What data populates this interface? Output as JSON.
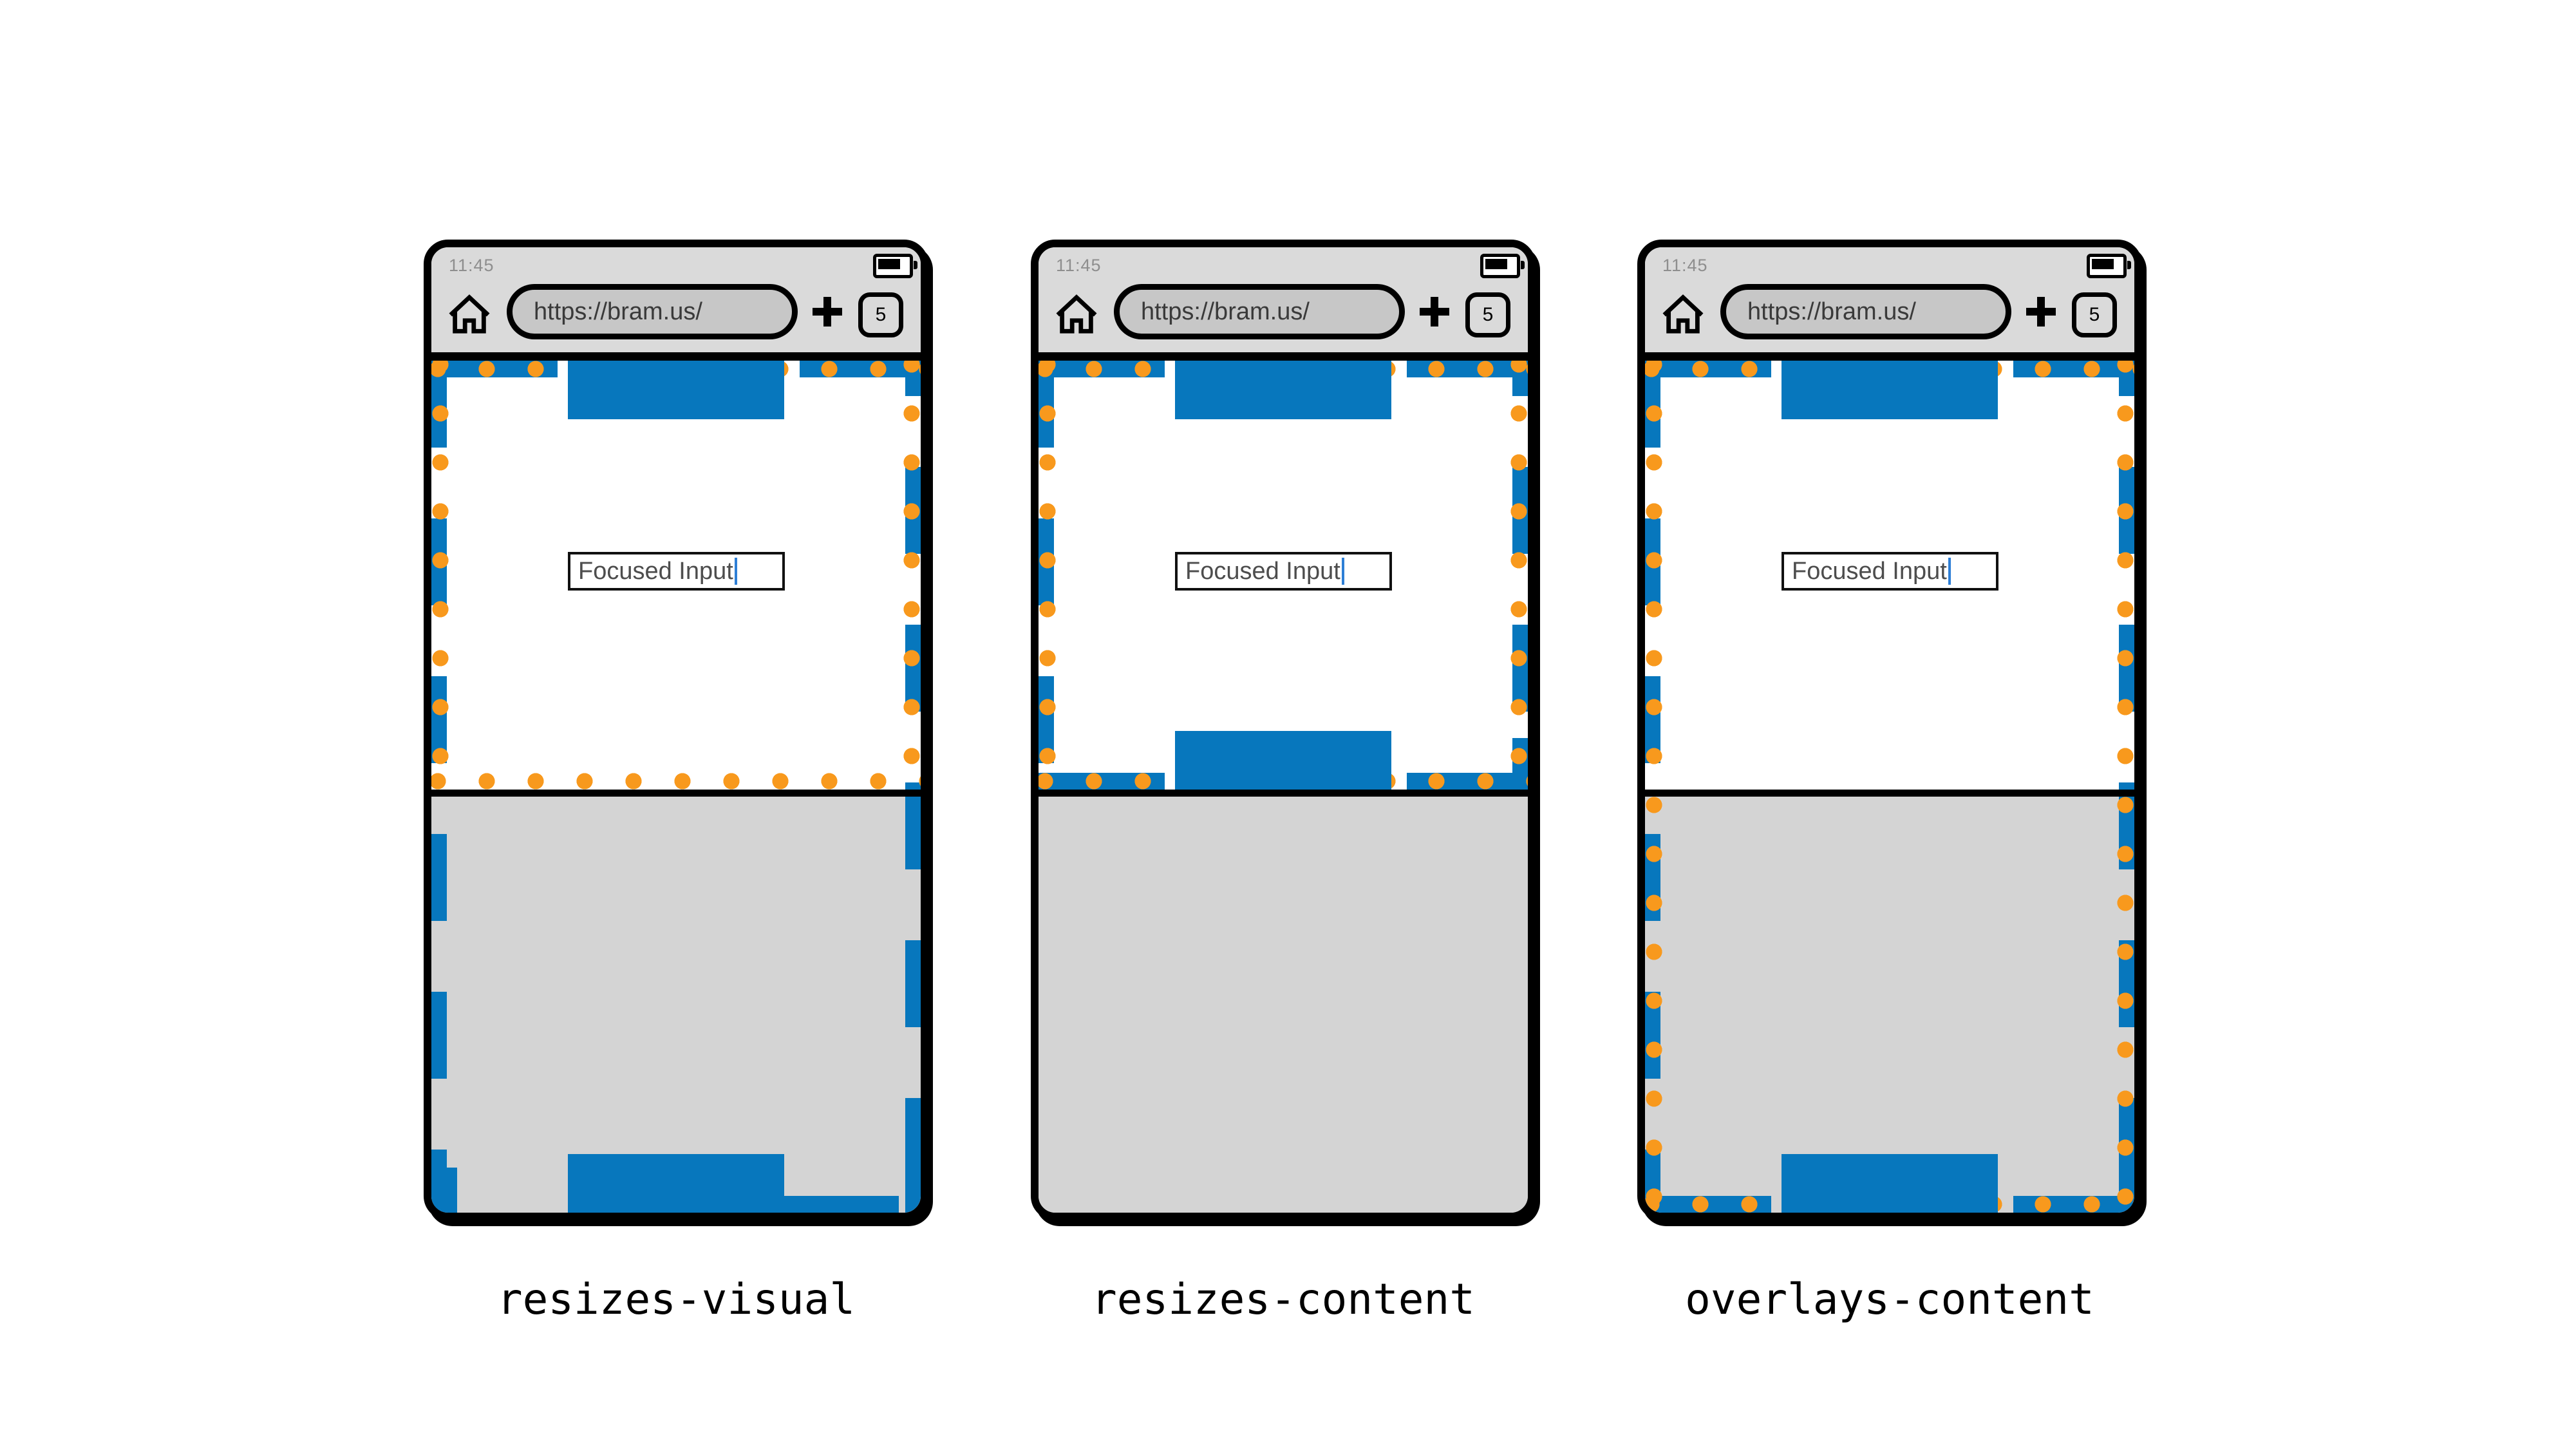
{
  "colors": {
    "blue": "#0777bd",
    "orange": "#f8991d",
    "caret": "#2e7fd6",
    "chrome": "#dadada",
    "pill": "#c7c7c7",
    "keyboard": "#d4d4d4",
    "timegray": "#8e8e8e",
    "urltext": "#3a3a3a"
  },
  "phones": [
    {
      "mode": "resizes-visual",
      "caption": "resizes-visual",
      "status_time": "11:45",
      "url": "https://bram.us/",
      "tab_count": "5",
      "input_value": "Focused Input"
    },
    {
      "mode": "resizes-content",
      "caption": "resizes-content",
      "status_time": "11:45",
      "url": "https://bram.us/",
      "tab_count": "5",
      "input_value": "Focused Input"
    },
    {
      "mode": "overlays-content",
      "caption": "overlays-content",
      "status_time": "11:45",
      "url": "https://bram.us/",
      "tab_count": "5",
      "input_value": "Focused Input"
    }
  ]
}
